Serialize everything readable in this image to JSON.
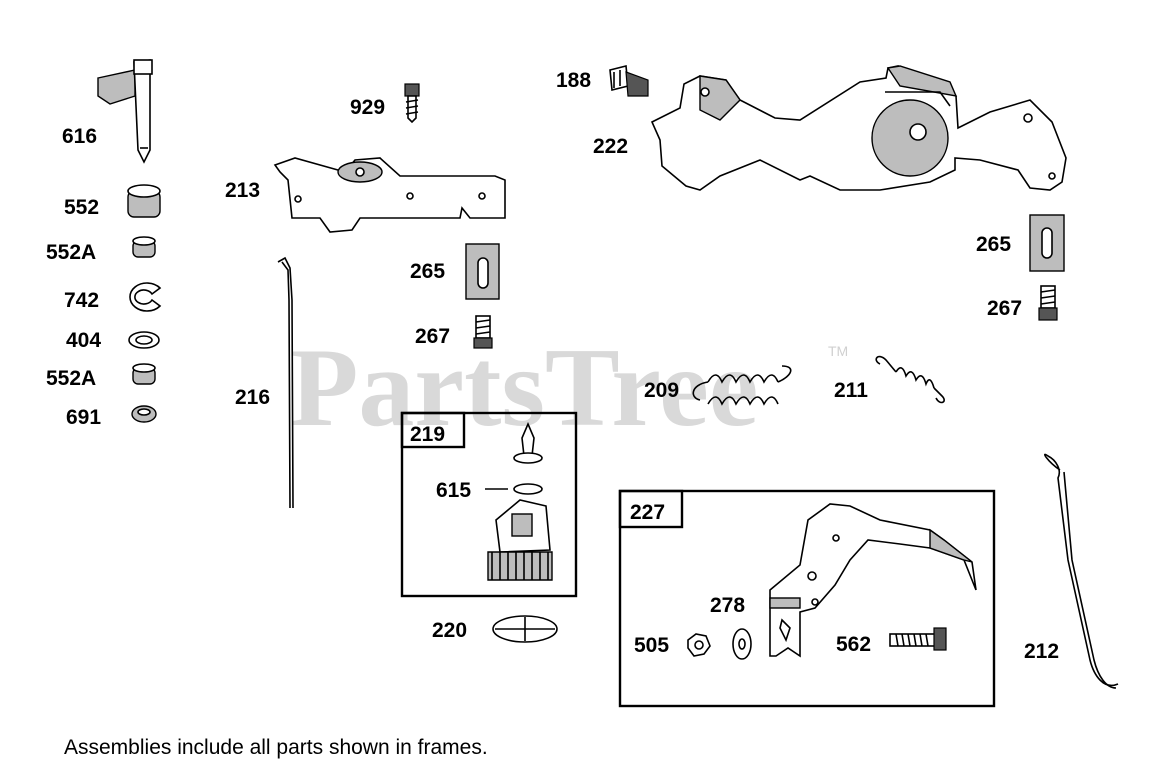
{
  "watermark": {
    "text": "PartsTree",
    "trademark": "TM"
  },
  "callouts": {
    "p616": "616",
    "p552": "552",
    "p552a_1": "552A",
    "p742": "742",
    "p404": "404",
    "p552a_2": "552A",
    "p691": "691",
    "p929": "929",
    "p213": "213",
    "p216": "216",
    "p265_left": "265",
    "p267_left": "267",
    "p219": "219",
    "p615": "615",
    "p220": "220",
    "p188": "188",
    "p222": "222",
    "p265_right": "265",
    "p267_right": "267",
    "p209": "209",
    "p211": "211",
    "p227": "227",
    "p278": "278",
    "p505": "505",
    "p562": "562",
    "p212": "212"
  },
  "footer_note": "Assemblies include all parts shown in frames."
}
